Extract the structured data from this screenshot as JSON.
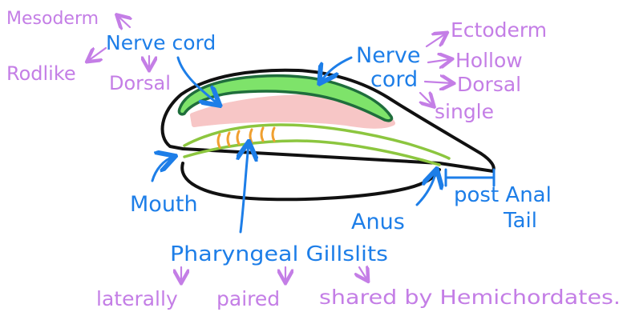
{
  "colors": {
    "annotation_purple": "#c47ee6",
    "annotation_blue": "#1d7ee8",
    "nerve_cord_green": "#7ee36a",
    "nerve_cord_outline": "#1f6e3c",
    "notochord_pink": "#f7c6c6",
    "gut_outline": "#8cc63f",
    "gill_slits": "#f0a030",
    "body_outline": "#111111"
  },
  "labels": {
    "mesoderm": "Mesoderm",
    "rodlike": "Rodlike",
    "dorsal_left": "Dorsal",
    "nerve_cord_left": "Nerve cord",
    "nerve_cord_right_1": "Nerve",
    "nerve_cord_right_2": "cord",
    "ectoderm": "Ectoderm",
    "hollow": "Hollow",
    "dorsal_right": "Dorsal",
    "single": "single",
    "mouth": "Mouth",
    "anus": "Anus",
    "post_anal_1": "post Anal",
    "post_anal_2": "Tail",
    "pharyngeal": "Pharyngeal Gillslits",
    "laterally": "laterally",
    "paired": "paired",
    "shared": "shared by Hemichordates."
  }
}
